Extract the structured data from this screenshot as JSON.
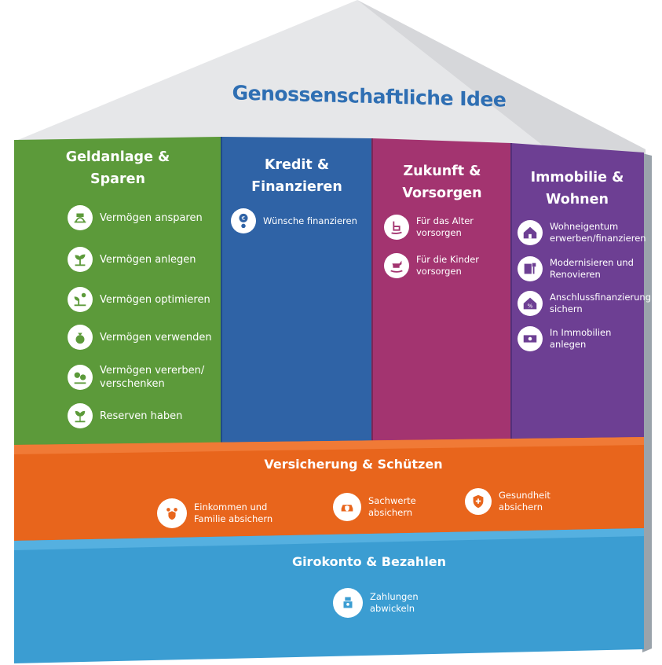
{
  "title": "Genossenschaftliche Idee",
  "colors": {
    "roof": "#e3e4e6",
    "title": "#2f6fb3",
    "green": "#5c9a3a",
    "blue": "#2f63a6",
    "magenta": "#a33470",
    "purple": "#6d3f93",
    "orange": "#e8651c",
    "cyan": "#3b9dd2"
  },
  "columns": [
    {
      "title_lines": [
        "Geldanlage &",
        "Sparen"
      ],
      "items": [
        {
          "icon": "money-plant-icon",
          "lines": [
            "Vermögen ansparen"
          ]
        },
        {
          "icon": "plant-icon",
          "lines": [
            "Vermögen anlegen"
          ]
        },
        {
          "icon": "sun-plant-icon",
          "lines": [
            "Vermögen optimieren"
          ]
        },
        {
          "icon": "money-bag-icon",
          "lines": [
            "Vermögen verwenden"
          ]
        },
        {
          "icon": "gift-plant-icon",
          "lines": [
            "Vermögen vererben/",
            "verschenken"
          ]
        },
        {
          "icon": "reserve-plant-icon",
          "lines": [
            "Reserven haben"
          ]
        }
      ]
    },
    {
      "title_lines": [
        "Kredit &",
        "Finanzieren"
      ],
      "items": [
        {
          "icon": "euro-thought-icon",
          "lines": [
            "Wünsche finanzieren"
          ]
        }
      ]
    },
    {
      "title_lines": [
        "Zukunft &",
        "Vorsorgen"
      ],
      "items": [
        {
          "icon": "rocking-chair-icon",
          "lines": [
            "Für das Alter",
            "vorsorgen"
          ]
        },
        {
          "icon": "rocking-horse-icon",
          "lines": [
            "Für die Kinder",
            "vorsorgen"
          ]
        }
      ]
    },
    {
      "title_lines": [
        "Immobilie &",
        "Wohnen"
      ],
      "items": [
        {
          "icon": "house-icon",
          "lines": [
            "Wohneigentum",
            "erwerben/finanzieren"
          ]
        },
        {
          "icon": "paint-icon",
          "lines": [
            "Modernisieren und",
            "Renovieren"
          ]
        },
        {
          "icon": "percent-house-icon",
          "lines": [
            "Anschlussfinanzierung",
            "sichern"
          ]
        },
        {
          "icon": "banknote-icon",
          "lines": [
            "In Immobilien",
            "anlegen"
          ]
        }
      ]
    }
  ],
  "insurance": {
    "title": "Versicherung & Schützen",
    "items": [
      {
        "icon": "family-shield-icon",
        "lines": [
          "Einkommen und",
          "Familie absichern"
        ]
      },
      {
        "icon": "car-shield-icon",
        "lines": [
          "Sachwerte",
          "absichern"
        ]
      },
      {
        "icon": "health-shield-icon",
        "lines": [
          "Gesundheit",
          "absichern"
        ]
      }
    ]
  },
  "giro": {
    "title": "Girokonto & Bezahlen",
    "items": [
      {
        "icon": "payment-icon",
        "lines": [
          "Zahlungen",
          "abwickeln"
        ]
      }
    ]
  }
}
